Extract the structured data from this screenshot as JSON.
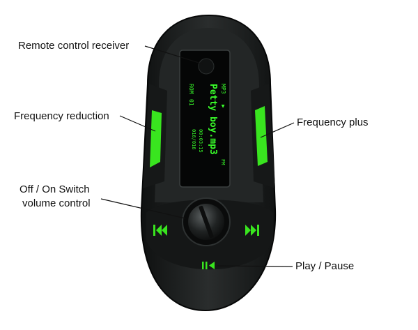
{
  "labels": {
    "remote": "Remote control receiver",
    "freq_reduction": "Frequency reduction",
    "freq_plus": "Frequency plus",
    "switch_line1": "Off / On Switch",
    "switch_line2": "volume control",
    "play_pause": "Play / Pause"
  },
  "display": {
    "badge_mp3": "MP3",
    "badge_rom": "ROM",
    "play_indicator": "▶",
    "track_number": "01",
    "filename": "Petty boy.mp3",
    "elapsed": "00:03:15",
    "track_count": "016/016",
    "badge_fm": "FM"
  },
  "colors": {
    "body": "#1b1d1d",
    "accent_green": "#39e51f",
    "lcd_green": "#39ff2a"
  },
  "icons": {
    "prev": "rewind-icon",
    "next": "fast-forward-icon",
    "play_pause": "play-pause-icon"
  }
}
